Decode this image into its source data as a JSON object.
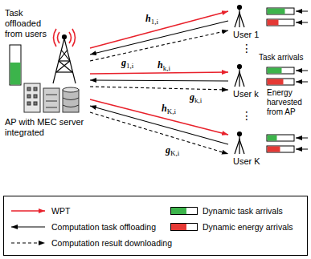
{
  "diagram": {
    "nodes": [
      {
        "text": [
          "AP with MEC server integrated"
        ]
      },
      {
        "text": [
          "User 1"
        ]
      },
      {
        "text": [
          "User k"
        ]
      },
      {
        "text": [
          "User K"
        ]
      }
    ],
    "edges": [
      {
        "from": 0,
        "to": 1,
        "arrow": "to",
        "label": "h1,i"
      },
      {
        "from": 1,
        "to": 0,
        "arrow": "to",
        "label": "g1,i"
      },
      {
        "from": 0,
        "to": 1,
        "arrow": "to"
      },
      {
        "from": 0,
        "to": 2,
        "arrow": "to",
        "label": "hk,i"
      },
      {
        "from": 2,
        "to": 0,
        "arrow": "to",
        "label": "gk,i"
      },
      {
        "from": 0,
        "to": 2,
        "arrow": "to"
      },
      {
        "from": 0,
        "to": 3,
        "arrow": "to",
        "label": "hK,i"
      },
      {
        "from": 3,
        "to": 0,
        "arrow": "to",
        "label": "gK,i"
      },
      {
        "from": 0,
        "to": 3,
        "arrow": "to"
      }
    ],
    "labels": [
      "Task offloaded from users",
      "⋮",
      "Task arrivals",
      "Energy harvested from AP",
      "⋮"
    ],
    "legend": [
      {
        "text": "WPT"
      },
      {
        "text": "Computation task offloading"
      },
      {
        "text": "Computation result downloading"
      },
      {
        "text": "Dynamic task arrivals",
        "color": "#3cb44b"
      },
      {
        "text": "Dynamic energy arrivals",
        "color": "#e53935"
      }
    ]
  }
}
